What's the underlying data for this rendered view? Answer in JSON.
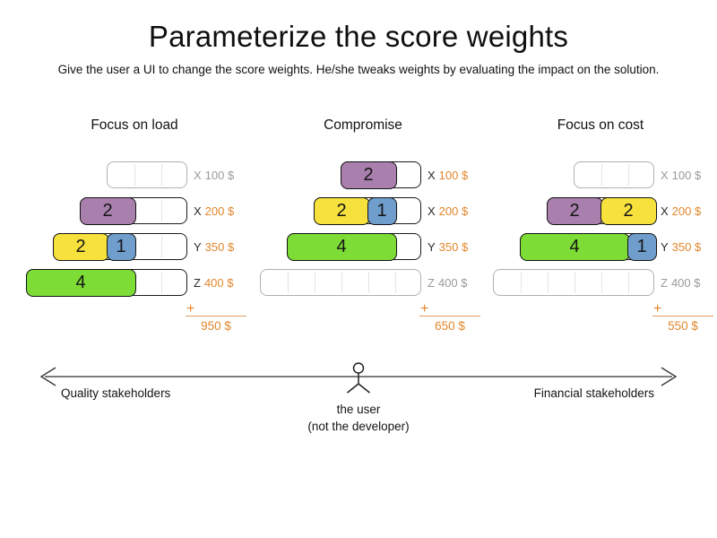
{
  "header": {
    "title": "Parameterize the score weights",
    "subtitle": "Give the user a UI to change the score weights. He/she tweaks weights by evaluating the impact on the solution."
  },
  "colors": {
    "purple": "#a87fad",
    "yellow": "#f7e13c",
    "blue": "#6f9ecd",
    "green": "#7ddc36",
    "orange_accent": "#e2862c",
    "inactive_gray": "#9a9a9a"
  },
  "sum_symbol": "+",
  "scenarios": [
    {
      "title": "Focus on load",
      "total": "950 $",
      "rows": [
        {
          "resource": "X",
          "price": "100 $",
          "capacity": 3,
          "used": false,
          "segments": []
        },
        {
          "resource": "X",
          "price": "200 $",
          "capacity": 4,
          "used": true,
          "segments": [
            {
              "value": 2,
              "color": "purple"
            }
          ]
        },
        {
          "resource": "Y",
          "price": "350 $",
          "capacity": 5,
          "used": true,
          "segments": [
            {
              "value": 2,
              "color": "yellow"
            },
            {
              "value": 1,
              "color": "blue"
            }
          ]
        },
        {
          "resource": "Z",
          "price": "400 $",
          "capacity": 6,
          "used": true,
          "segments": [
            {
              "value": 4,
              "color": "green"
            }
          ]
        }
      ]
    },
    {
      "title": "Compromise",
      "total": "650 $",
      "rows": [
        {
          "resource": "X",
          "price": "100 $",
          "capacity": 3,
          "used": true,
          "segments": [
            {
              "value": 2,
              "color": "purple"
            }
          ]
        },
        {
          "resource": "X",
          "price": "200 $",
          "capacity": 4,
          "used": true,
          "segments": [
            {
              "value": 2,
              "color": "yellow"
            },
            {
              "value": 1,
              "color": "blue"
            }
          ]
        },
        {
          "resource": "Y",
          "price": "350 $",
          "capacity": 5,
          "used": true,
          "segments": [
            {
              "value": 4,
              "color": "green"
            }
          ]
        },
        {
          "resource": "Z",
          "price": "400 $",
          "capacity": 6,
          "used": false,
          "segments": []
        }
      ]
    },
    {
      "title": "Focus on cost",
      "total": "550 $",
      "rows": [
        {
          "resource": "X",
          "price": "100 $",
          "capacity": 3,
          "used": false,
          "segments": []
        },
        {
          "resource": "X",
          "price": "200 $",
          "capacity": 4,
          "used": true,
          "segments": [
            {
              "value": 2,
              "color": "purple"
            },
            {
              "value": 2,
              "color": "yellow"
            }
          ]
        },
        {
          "resource": "Y",
          "price": "350 $",
          "capacity": 5,
          "used": true,
          "segments": [
            {
              "value": 4,
              "color": "green"
            },
            {
              "value": 1,
              "color": "blue"
            }
          ]
        },
        {
          "resource": "Z",
          "price": "400 $",
          "capacity": 6,
          "used": false,
          "segments": []
        }
      ]
    }
  ],
  "spectrum": {
    "left_label": "Quality stakeholders",
    "right_label": "Financial stakeholders",
    "center_line1": "the user",
    "center_line2": "(not the developer)"
  }
}
